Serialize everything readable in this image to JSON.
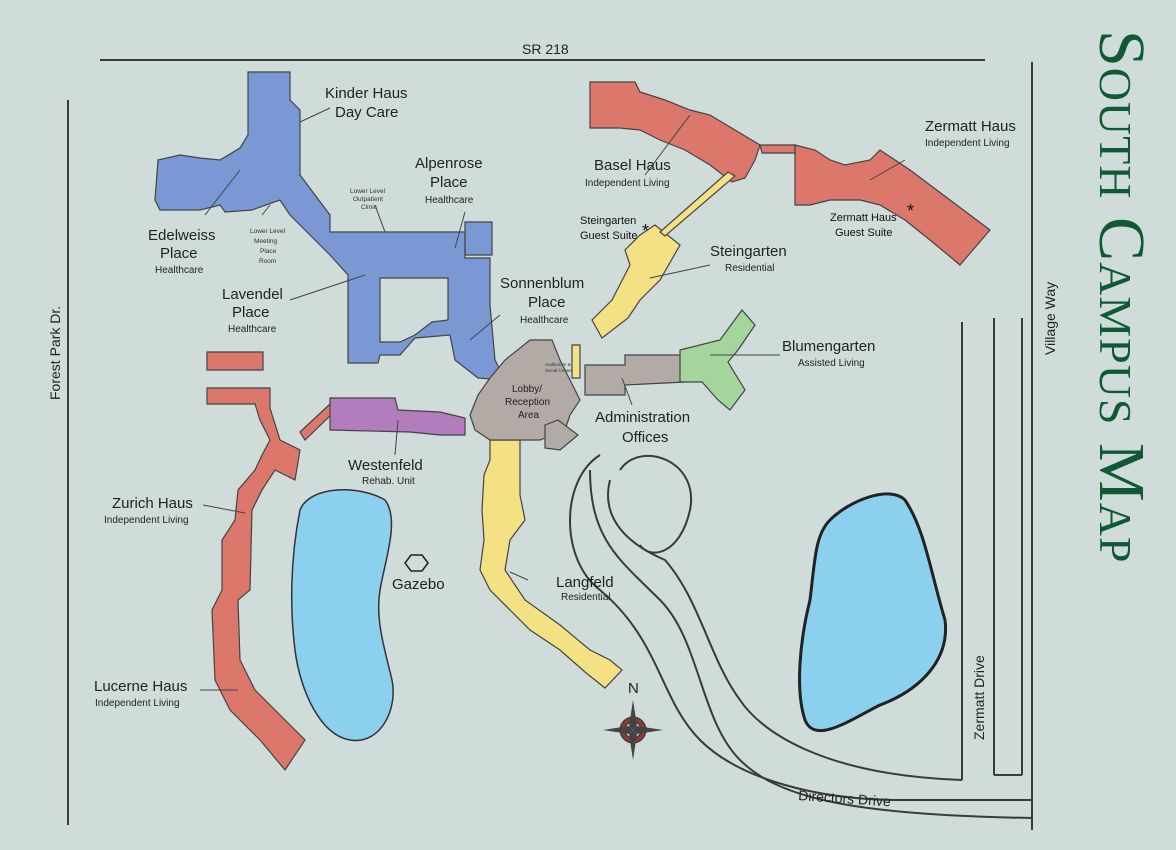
{
  "title": "South Campus Map",
  "colors": {
    "background": "#cfdcd9",
    "healthcare": "#7a98d3",
    "independent_living": "#dc776c",
    "residential": "#f4e183",
    "rehab": "#b27cbd",
    "assisted_living": "#a3d59d",
    "administration": "#b1aaa5",
    "water": "#8cd0ef",
    "title_green": "#0f5a35"
  },
  "roads": {
    "north": "SR 218",
    "west": "Forest Park Dr.",
    "east": "Village Way",
    "zermatt": "Zermatt Drive",
    "directors": "Directors Drive"
  },
  "buildings": {
    "kinder": {
      "name_line1": "Kinder Haus",
      "name_line2": "Day Care"
    },
    "edelweiss": {
      "name_line1": "Edelweiss",
      "name_line2": "Place",
      "type": "Healthcare"
    },
    "alpenrose": {
      "name_line1": "Alpenrose",
      "name_line2": "Place",
      "type": "Healthcare"
    },
    "lavendel": {
      "name_line1": "Lavendel",
      "name_line2": "Place",
      "type": "Healthcare"
    },
    "sonnenblum": {
      "name_line1": "Sonnenblum",
      "name_line2": "Place",
      "type": "Healthcare"
    },
    "basel": {
      "name": "Basel Haus",
      "type": "Independent Living"
    },
    "zermatt": {
      "name": "Zermatt Haus",
      "type": "Independent Living"
    },
    "steingarten": {
      "name": "Steingarten",
      "type": "Residential"
    },
    "blumengarten": {
      "name": "Blumengarten",
      "type": "Assisted Living"
    },
    "administration": {
      "name_line1": "Administration",
      "name_line2": "Offices"
    },
    "lobby": {
      "line1": "Lobby/",
      "line2": "Reception",
      "line3": "Area"
    },
    "westenfeld": {
      "name": "Westenfeld",
      "type": "Rehab. Unit"
    },
    "zurich": {
      "name": "Zurich Haus",
      "type": "Independent Living"
    },
    "lucerne": {
      "name": "Lucerne Haus",
      "type": "Independent Living"
    },
    "langfeld": {
      "name": "Langfeld",
      "type": "Residential"
    }
  },
  "small_labels": {
    "outpatient": [
      "Lower Level",
      "Outpatient",
      "Clinic"
    ],
    "meeting": [
      "Lower Level",
      "Meeting",
      "Place",
      "Room"
    ],
    "social": [
      "Auditorium &",
      "Social Center"
    ]
  },
  "guest_suites": {
    "steingarten": {
      "line1": "Steingarten",
      "line2": "Guest Suite",
      "marker": "*"
    },
    "zermatt": {
      "line1": "Zermatt Haus",
      "line2": "Guest Suite",
      "marker": "*"
    }
  },
  "gazebo": "Gazebo",
  "compass": "N"
}
